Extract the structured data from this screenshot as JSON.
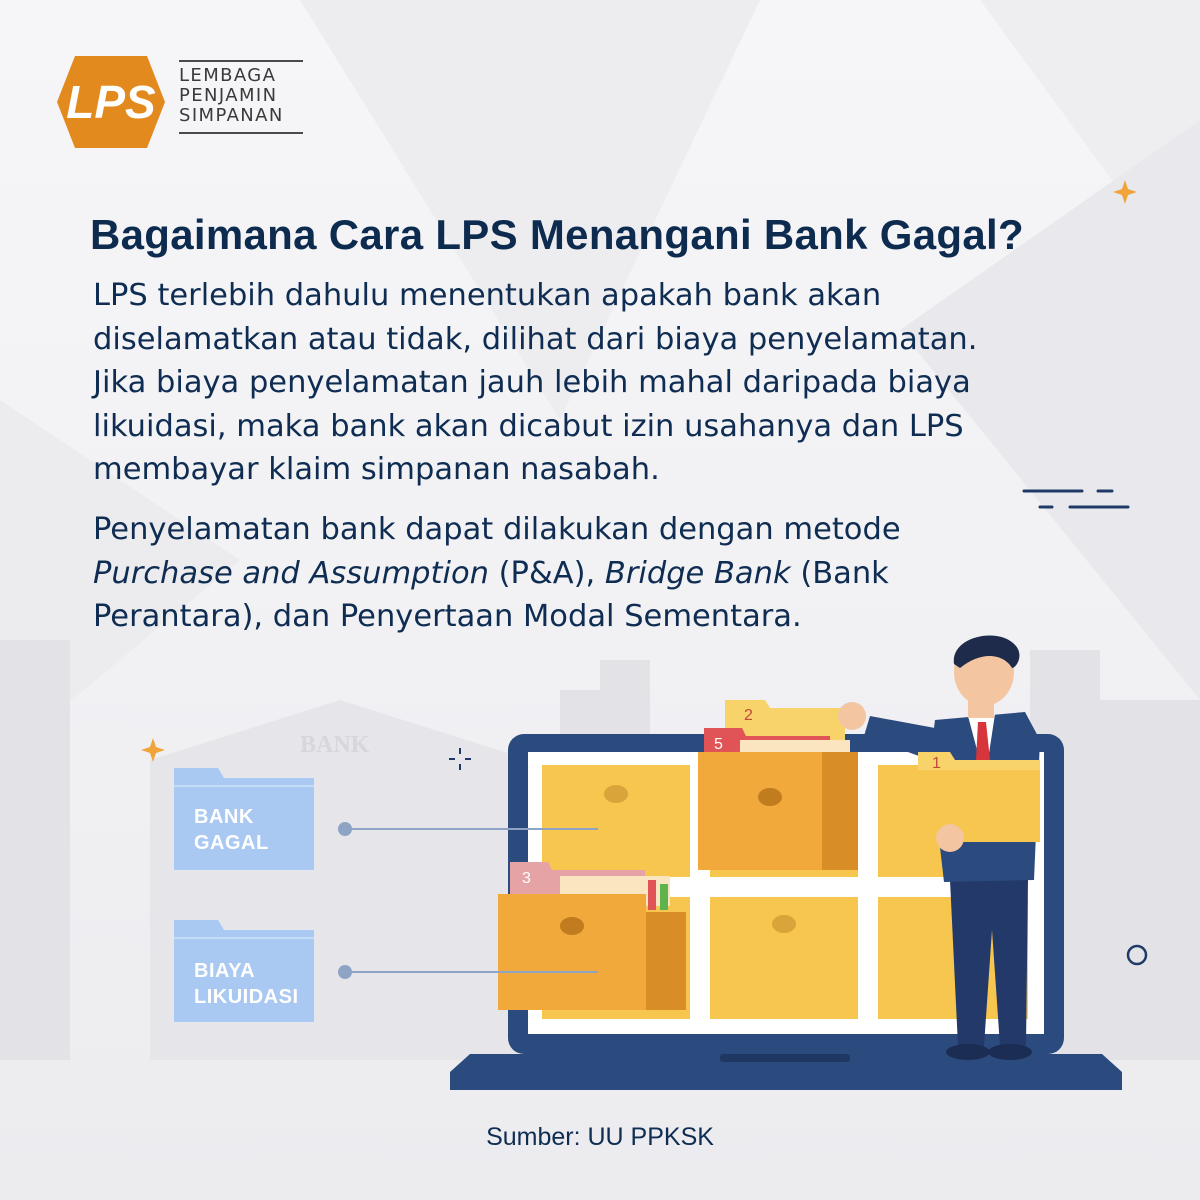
{
  "brand": {
    "logo_mark": "LPS",
    "name_lines": [
      "LEMBAGA",
      "PENJAMIN",
      "SIMPANAN"
    ],
    "accent_color": "#e38a1e"
  },
  "title": "Bagaimana Cara LPS Menangani Bank Gagal?",
  "paragraph1_lines": [
    "LPS terlebih dahulu menentukan apakah bank akan",
    "diselamatkan atau tidak, dilihat dari biaya penyelamatan.",
    "Jika biaya penyelamatan jauh lebih mahal daripada biaya",
    "likuidasi, maka bank akan dicabut izin usahanya dan LPS",
    "membayar klaim simpanan nasabah."
  ],
  "paragraph2": {
    "line1": "Penyelamatan bank dapat dilakukan dengan metode",
    "line2_italic_a": "Purchase and Assumption",
    "line2_plain_a": " (P&A), ",
    "line2_italic_b": "Bridge Bank",
    "line2_plain_b": " (Bank",
    "line3": "Perantara), dan Penyertaan Modal Sementara."
  },
  "illustration": {
    "building_sign": "BANK",
    "folder_labels": [
      {
        "lines": [
          "BANK",
          "GAGAL"
        ]
      },
      {
        "lines": [
          "BIAYA",
          "LIKUIDASI"
        ]
      }
    ],
    "folder_tabs": [
      "1",
      "2",
      "3",
      "5"
    ],
    "colors": {
      "navy": "#2b4a7e",
      "folder_yellow": "#f7c64e",
      "folder_orange": "#f2a93b",
      "label_blue": "#a9c8f2"
    }
  },
  "footer": "Sumber: UU PPKSK"
}
